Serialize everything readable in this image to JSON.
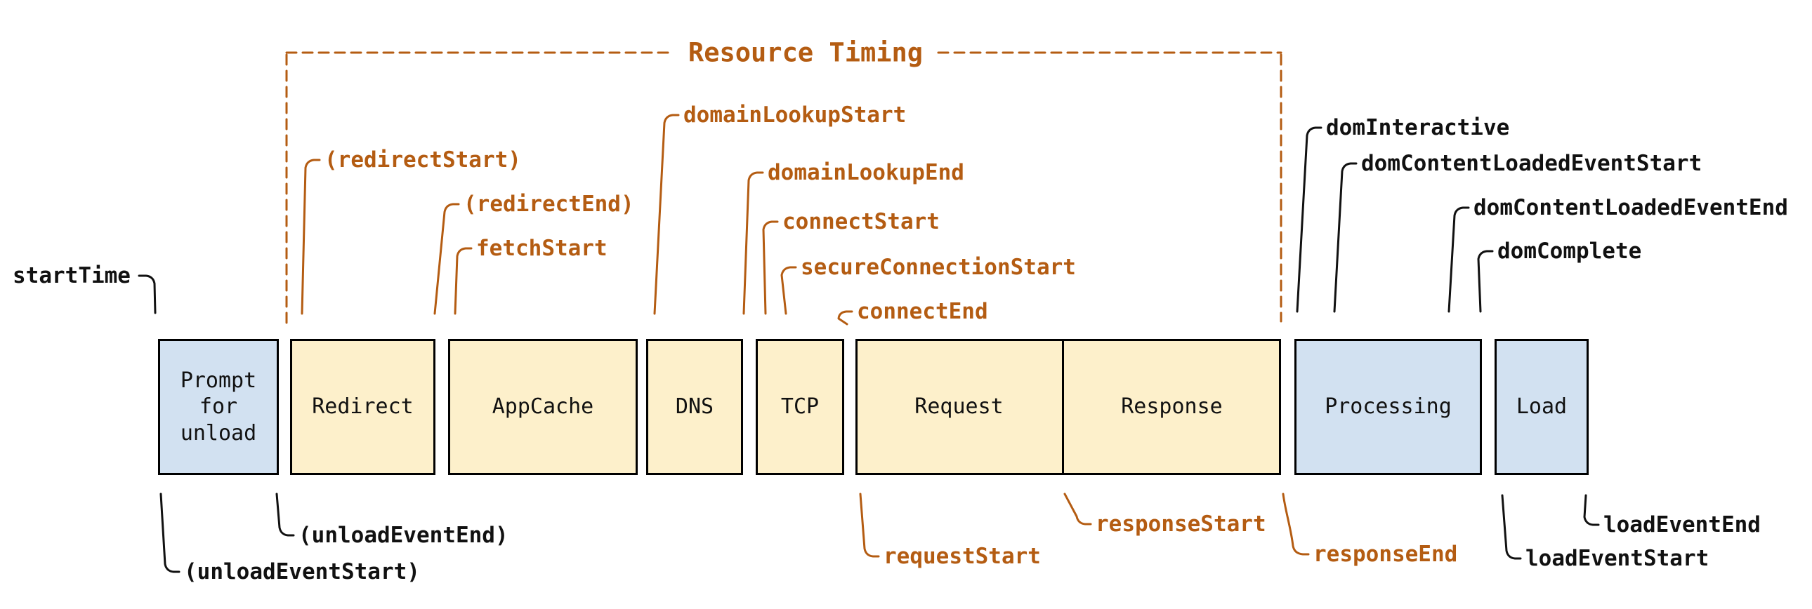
{
  "diagram": {
    "title": "Resource Timing",
    "colors": {
      "annotation_orange": "#b45c12",
      "annotation_black": "#111111",
      "resource_phase_fill": "#fdf0cb",
      "document_phase_fill": "#d2e1f1",
      "box_border": "#000000",
      "background": "#ffffff"
    },
    "phases": [
      {
        "label": "Prompt\nfor\nunload",
        "type": "document"
      },
      {
        "label": "Redirect",
        "type": "resource"
      },
      {
        "label": "AppCache",
        "type": "resource"
      },
      {
        "label": "DNS",
        "type": "resource"
      },
      {
        "label": "TCP",
        "type": "resource"
      },
      {
        "label": "Request",
        "type": "resource"
      },
      {
        "label": "Response",
        "type": "resource"
      },
      {
        "label": "Processing",
        "type": "document"
      },
      {
        "label": "Load",
        "type": "document"
      }
    ],
    "events": {
      "startTime": "startTime",
      "redirectStart": "(redirectStart)",
      "redirectEnd": "(redirectEnd)",
      "fetchStart": "fetchStart",
      "domainLookupStart": "domainLookupStart",
      "domainLookupEnd": "domainLookupEnd",
      "connectStart": "connectStart",
      "secureConnectionStart": "secureConnectionStart",
      "connectEnd": "connectEnd",
      "requestStart": "requestStart",
      "responseStart": "responseStart",
      "responseEnd": "responseEnd",
      "unloadEventStart": "(unloadEventStart)",
      "unloadEventEnd": "(unloadEventEnd)",
      "domInteractive": "domInteractive",
      "domContentLoadedEventStart": "domContentLoadedEventStart",
      "domContentLoadedEventEnd": "domContentLoadedEventEnd",
      "domComplete": "domComplete",
      "loadEventStart": "loadEventStart",
      "loadEventEnd": "loadEventEnd"
    }
  }
}
